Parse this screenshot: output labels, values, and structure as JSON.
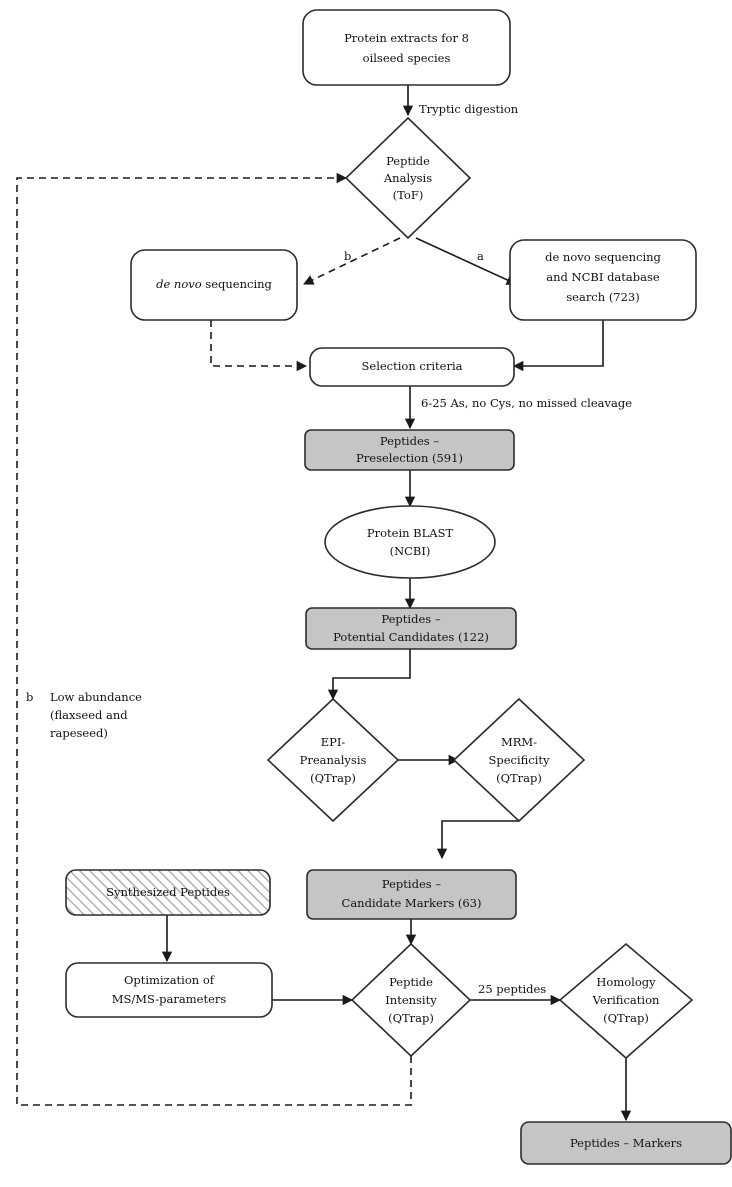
{
  "diagram": {
    "title": "Peptide marker discovery workflow for oilseed species",
    "colors": {
      "fill_white": "#ffffff",
      "fill_gray": "#c5c5c5",
      "stroke": "#2b2b2b",
      "hatch_line": "#9a9a9a",
      "text": "#111111"
    },
    "nodes": {
      "protein_extracts": {
        "shape": "rounded-rect",
        "fill": "white",
        "lines": [
          "Protein extracts for 8",
          "oilseed species"
        ]
      },
      "peptide_analysis": {
        "shape": "diamond",
        "fill": "white",
        "lines": [
          "Peptide",
          "Analysis",
          "(ToF)"
        ]
      },
      "de_novo_sequencing": {
        "shape": "rounded-rect",
        "fill": "white",
        "italic_part": "de novo",
        "plain_part": " sequencing",
        "lines": [
          "de novo sequencing"
        ]
      },
      "de_novo_ncbi": {
        "shape": "rounded-rect",
        "fill": "white",
        "lines": [
          "de novo sequencing",
          "and NCBI database",
          "search (723)"
        ]
      },
      "selection_criteria": {
        "shape": "rounded-rect",
        "fill": "white",
        "lines": [
          "Selection criteria"
        ]
      },
      "peptides_preselection": {
        "shape": "rounded-rect",
        "fill": "gray",
        "lines": [
          "Peptides –",
          "Preselection (591)"
        ]
      },
      "protein_blast": {
        "shape": "ellipse",
        "fill": "white",
        "lines": [
          "Protein BLAST",
          "(NCBI)"
        ]
      },
      "peptides_potential_candidates": {
        "shape": "rounded-rect",
        "fill": "gray",
        "lines": [
          "Peptides –",
          "Potential Candidates (122)"
        ]
      },
      "epi_preanalysis": {
        "shape": "diamond",
        "fill": "white",
        "lines": [
          "EPI-",
          "Preanalysis",
          "(QTrap)"
        ]
      },
      "mrm_specificity": {
        "shape": "diamond",
        "fill": "white",
        "lines": [
          "MRM-",
          "Specificity",
          "(QTrap)"
        ]
      },
      "synthesized_peptides": {
        "shape": "rounded-rect",
        "fill": "hatched",
        "lines": [
          "Synthesized Peptides"
        ]
      },
      "peptides_candidate_markers": {
        "shape": "rounded-rect",
        "fill": "gray",
        "lines": [
          "Peptides –",
          "Candidate Markers (63)"
        ]
      },
      "optimization_msms": {
        "shape": "rounded-rect",
        "fill": "white",
        "lines": [
          "Optimization of",
          "MS/MS-parameters"
        ]
      },
      "peptide_intensity": {
        "shape": "diamond",
        "fill": "white",
        "lines": [
          "Peptide",
          "Intensity",
          "(QTrap)"
        ]
      },
      "homology_verification": {
        "shape": "diamond",
        "fill": "white",
        "lines": [
          "Homology",
          "Verification",
          "(QTrap)"
        ]
      },
      "peptides_markers": {
        "shape": "rounded-rect",
        "fill": "gray",
        "lines": [
          "Peptides – Markers"
        ]
      }
    },
    "edge_labels": {
      "tryptic_digestion": "Tryptic digestion",
      "branch_a": "a",
      "branch_b": "b",
      "selection_rule": "6-25 As, no Cys, no missed cleavage",
      "peptide_count": "25 peptides"
    },
    "annotations": {
      "low_abundance_marker": "b",
      "low_abundance_lines": [
        "Low abundance",
        "(flaxseed and",
        "rapeseed)"
      ]
    }
  }
}
